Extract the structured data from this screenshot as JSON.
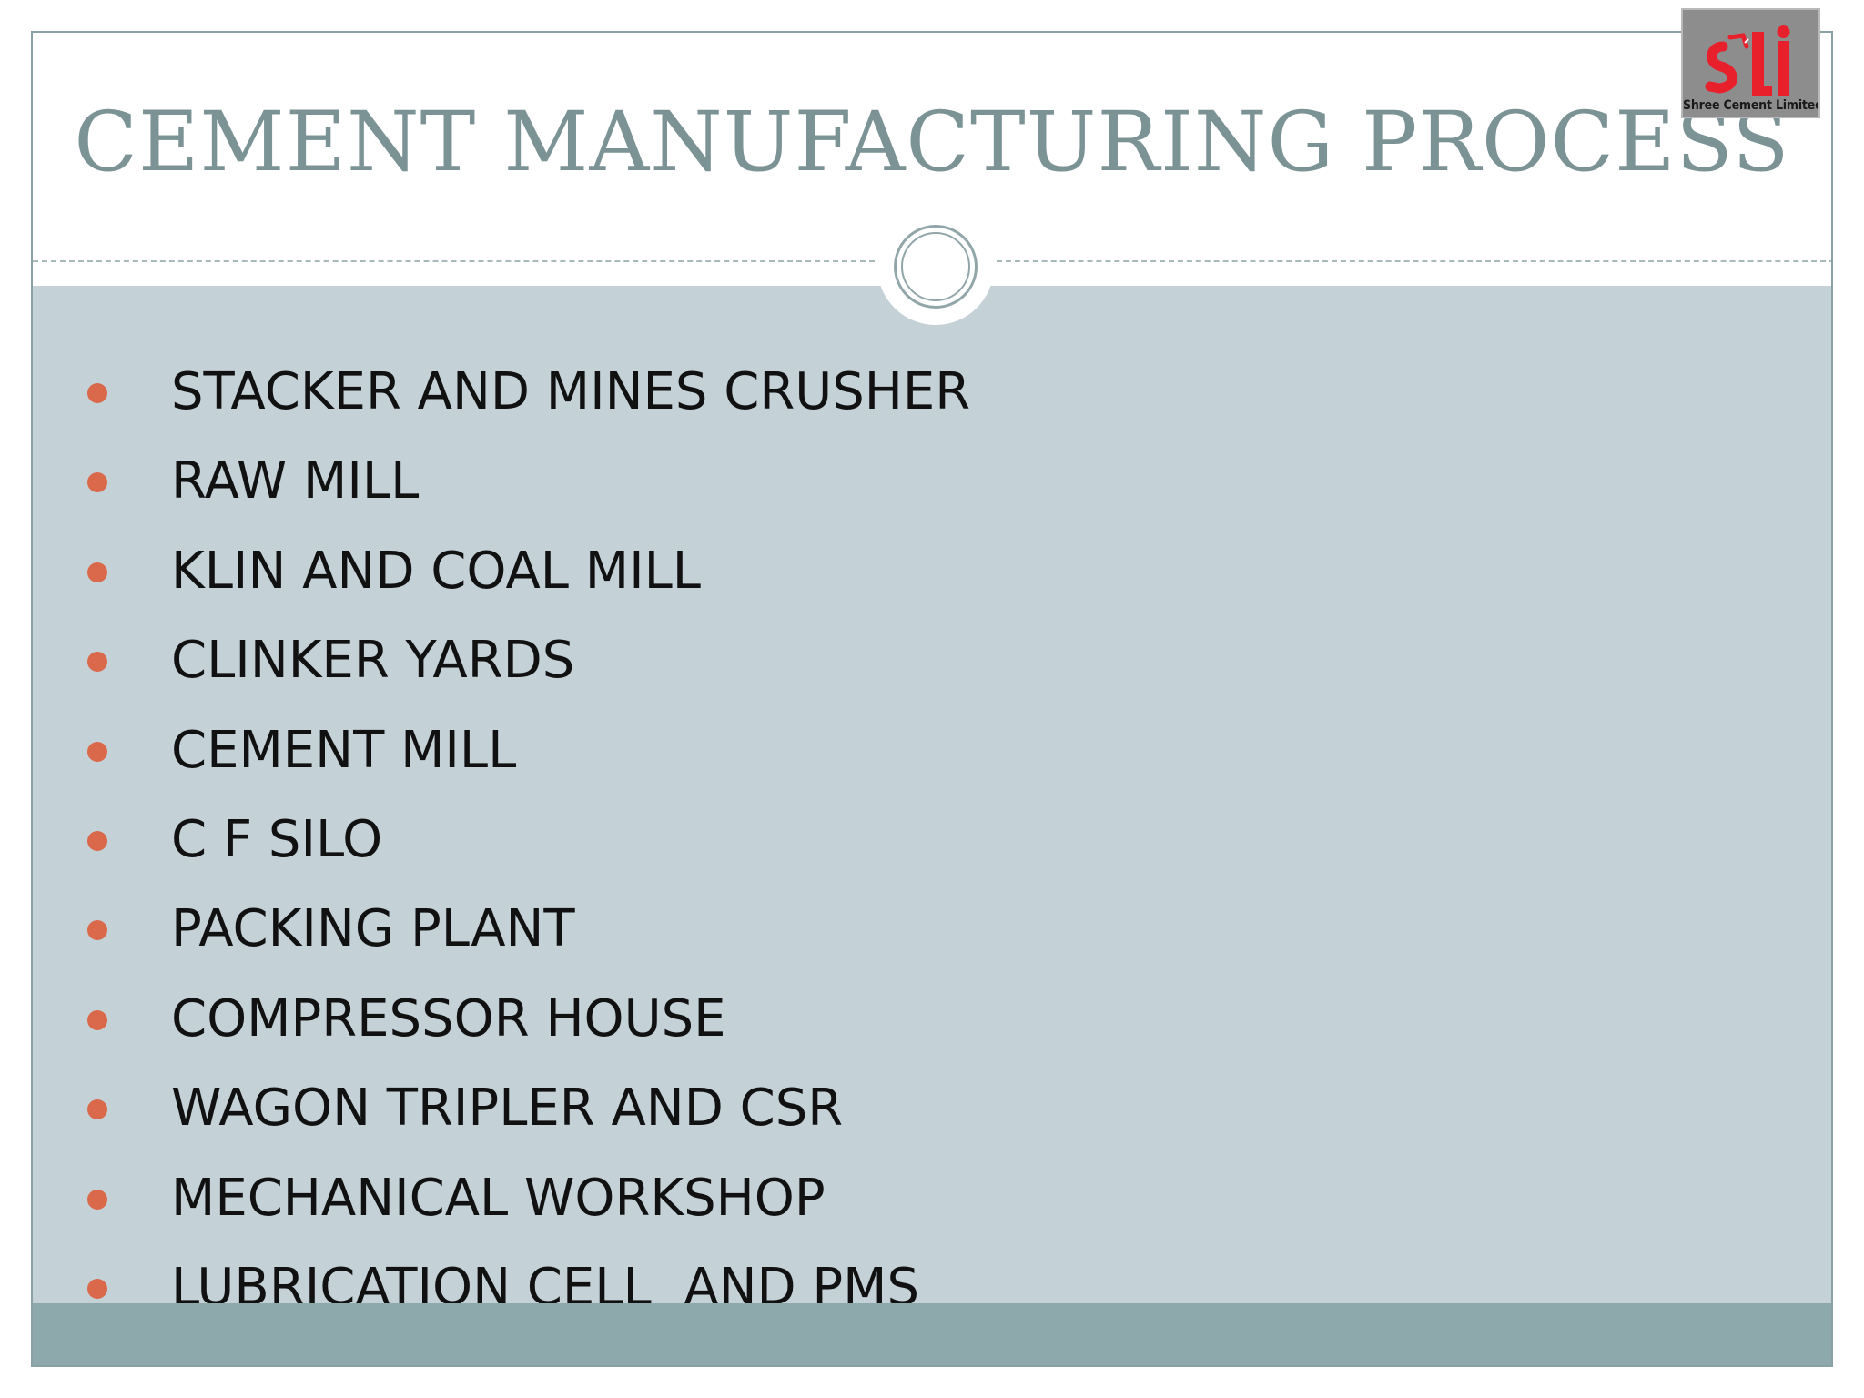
{
  "slide": {
    "title": "CEMENT MANUFACTURING PROCESS",
    "bullets": [
      "STACKER AND MINES CRUSHER",
      "RAW MILL",
      "KLIN AND COAL MILL",
      "CLINKER YARDS",
      "CEMENT MILL",
      "C F SILO",
      "PACKING PLANT",
      "COMPRESSOR HOUSE",
      "WAGON TRIPLER AND CSR",
      "MECHANICAL WORKSHOP",
      "LUBRICATION CELL  AND PMS"
    ]
  },
  "logo": {
    "company_name": "Shree Cement Limited",
    "mark_text": "sli"
  },
  "colors": {
    "title": "#7c9396",
    "content_background": "#c4d1d7",
    "footer_band": "#8ea9ab",
    "bullet": "#d9694a",
    "logo_red": "#e8202b"
  }
}
